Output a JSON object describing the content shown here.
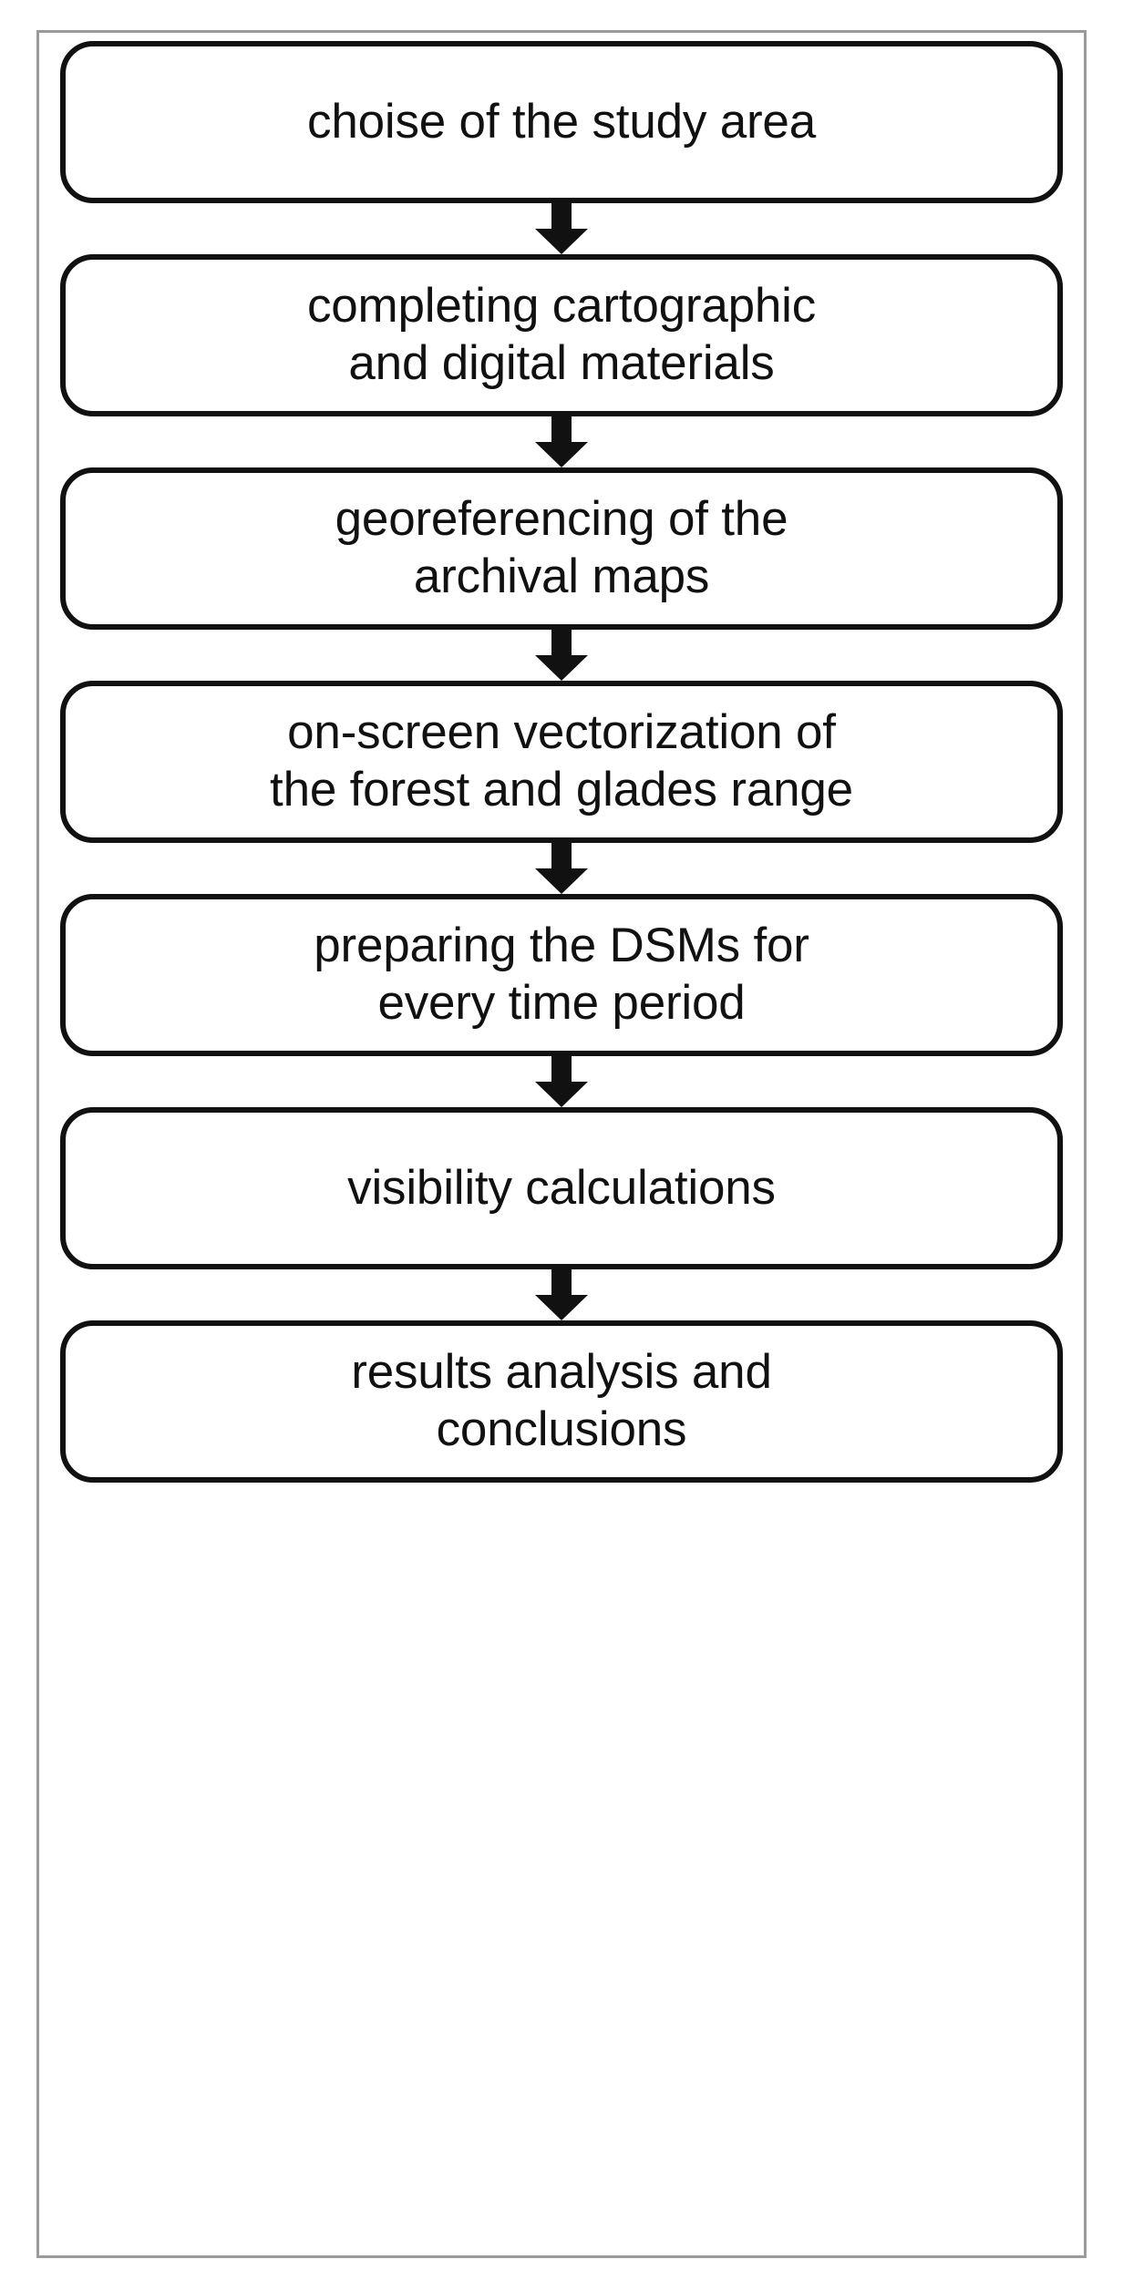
{
  "diagram": {
    "type": "flowchart",
    "orientation": "vertical-top-to-bottom",
    "frame_color": "#9a9a9a",
    "node_border_color": "#111111",
    "node_fill_color": "#ffffff",
    "arrow_color": "#111111",
    "node_count": 7,
    "arrow_count": 6,
    "arrow_icon_name": "arrow-down-icon",
    "nodes": [
      {
        "id": "step-1",
        "label": "choise of the study area"
      },
      {
        "id": "step-2",
        "label": "completing cartographic\nand digital materials"
      },
      {
        "id": "step-3",
        "label": "georeferencing of the\narchival maps"
      },
      {
        "id": "step-4",
        "label": "on-screen vectorization of\nthe forest and glades range"
      },
      {
        "id": "step-5",
        "label": "preparing the DSMs for\nevery time period"
      },
      {
        "id": "step-6",
        "label": "visibility calculations"
      },
      {
        "id": "step-7",
        "label": "results analysis and\nconclusions"
      }
    ],
    "connections": [
      {
        "from": "step-1",
        "to": "step-2"
      },
      {
        "from": "step-2",
        "to": "step-3"
      },
      {
        "from": "step-3",
        "to": "step-4"
      },
      {
        "from": "step-4",
        "to": "step-5"
      },
      {
        "from": "step-5",
        "to": "step-6"
      },
      {
        "from": "step-6",
        "to": "step-7"
      }
    ]
  }
}
